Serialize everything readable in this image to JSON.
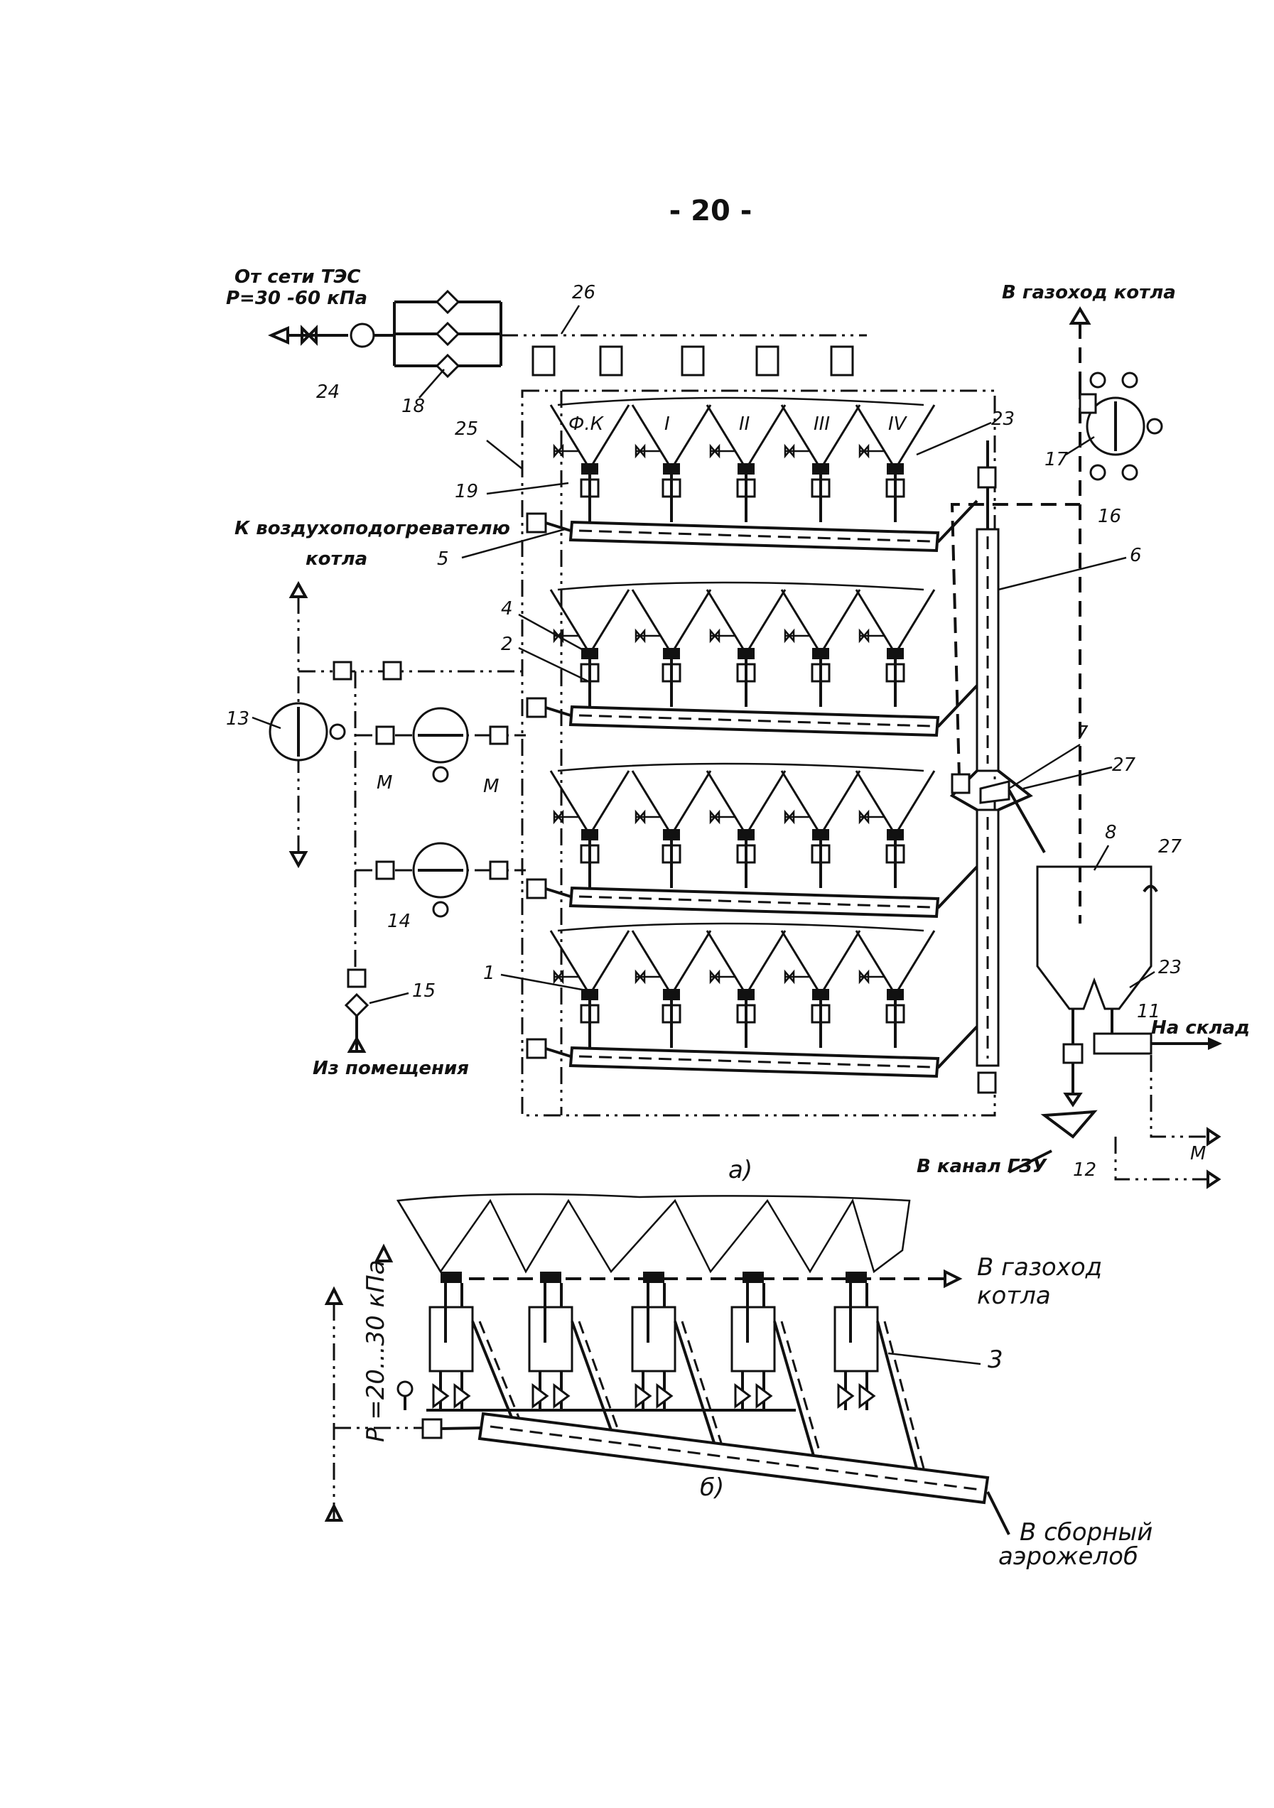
{
  "page_number": "- 20 -",
  "fig_a": {
    "source_line1": "От сети ТЭС",
    "source_line2": "Р=30 -60 кПа",
    "to_flue": "В газоход котла",
    "to_air_heater_line1": "К воздухоподогревателю",
    "to_air_heater_line2": "котла",
    "from_room": "Из помещения",
    "to_storage": "На склад",
    "to_gzu": "В канал ГЗУ",
    "caption": "а)",
    "column_labels": [
      "Ф.К",
      "I",
      "II",
      "III",
      "IV"
    ],
    "manometer": "М",
    "pos": {
      "p1": "1",
      "p2": "2",
      "p4": "4",
      "p5": "5",
      "p6": "6",
      "p7": "7",
      "p8": "8",
      "p11": "11",
      "p12": "12",
      "p13": "13",
      "p14": "14",
      "p15": "15",
      "p16": "16",
      "p17": "17",
      "p18": "18",
      "p19": "19",
      "p23": "23",
      "p24": "24",
      "p25": "25",
      "p26": "26",
      "p27": "27"
    }
  },
  "fig_b": {
    "to_flue_line1": "В газоход",
    "to_flue_line2": "котла",
    "pressure": "Р =20...30 кПа",
    "to_collector_line1": "В сборный",
    "to_collector_line2": "аэрожелоб",
    "caption": "б)",
    "pos3": "3"
  }
}
